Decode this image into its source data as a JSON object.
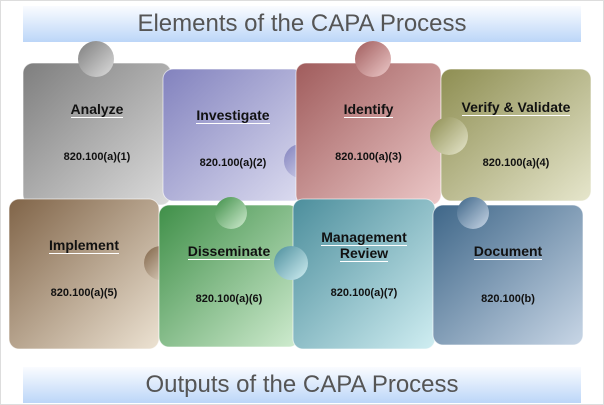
{
  "title": "Elements of the CAPA Process",
  "footer": "Outputs of the CAPA Process",
  "pieces": [
    {
      "label": "Analyze",
      "code": "820.100(a)(1)",
      "c1": "#7e7e7e",
      "c2": "#dcdcdc"
    },
    {
      "label": "Investigate",
      "code": "820.100(a)(2)",
      "c1": "#8282be",
      "c2": "#dcdcf0"
    },
    {
      "label": "Identify",
      "code": "820.100(a)(3)",
      "c1": "#a05c5c",
      "c2": "#ecc8c8"
    },
    {
      "label": "Verify & Validate",
      "code": "820.100(a)(4)",
      "c1": "#8e8e52",
      "c2": "#e6e6cc"
    },
    {
      "label": "Implement",
      "code": "820.100(a)(5)",
      "c1": "#806448",
      "c2": "#ece2d2"
    },
    {
      "label": "Disseminate",
      "code": "820.100(a)(6)",
      "c1": "#3f8f48",
      "c2": "#d0ecd0"
    },
    {
      "label": "Management Review",
      "code": "820.100(a)(7)",
      "c1": "#4c8e9c",
      "c2": "#d0eef2"
    },
    {
      "label": "Document",
      "code": "820.100(b)",
      "c1": "#3e6688",
      "c2": "#c8d6e6"
    }
  ]
}
